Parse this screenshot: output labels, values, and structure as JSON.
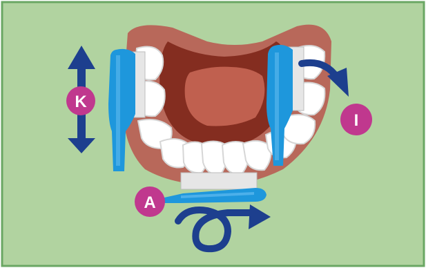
{
  "colors": {
    "background": "#b1d3a0",
    "frame": "#6aa763",
    "gum": "#b8685a",
    "mouth_dark": "#842d20",
    "tongue": "#c0604f",
    "tooth": "#ffffff",
    "tooth_shade": "#d6d6d6",
    "brush_blue": "#1e97dc",
    "brush_blue_light": "#5fbbef",
    "bristle": "#e6e6e6",
    "arrow": "#1d3f8e",
    "badge": "#c0388e"
  },
  "labels": {
    "k": "K",
    "i": "I",
    "a": "A"
  },
  "icons": {
    "vertical_arrow": "double-headed-vertical-arrow",
    "curved_arrow": "curved-rotation-arrow",
    "circular_arrow": "circular-loop-arrow"
  }
}
